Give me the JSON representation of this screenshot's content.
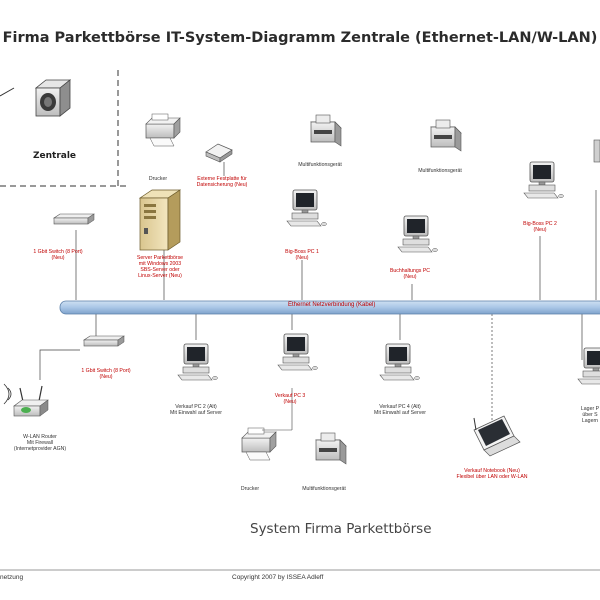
{
  "diagram": {
    "title": "Firma Parkettbörse IT-System-Diagramm Zentrale (Ethernet-LAN/W-LAN)",
    "zentrale_label": "Zentrale",
    "bus_label": "Ethernet Netzverbindung (Kabel)",
    "bottom_title": "System Firma Parkettbörse",
    "footer_left": "netzung",
    "footer_center": "Copyright 2007 by ISSEA Adleff",
    "labels": {
      "drucker_top": "Drucker",
      "ext_hdd": [
        "Externe Festplatte für",
        "Datensicherung (Neu)"
      ],
      "mf1": "Multifunktionsgerät",
      "mf2": "Multifunktionsgerät",
      "switch1": [
        "1 Gbit Switch (8 Port)",
        "(Neu)"
      ],
      "server": [
        "Server Parkettbörse",
        "mit Windows 2003",
        "SBS-Server oder",
        "Linux-Server (Neu)"
      ],
      "bigboss1": [
        "Big-Boss PC 1",
        "(Neu)"
      ],
      "buchhaltung": [
        "Buchhaltungs PC",
        "(Neu)"
      ],
      "bigboss2": [
        "Big-Boss PC 2",
        "(Neu)"
      ],
      "switch2": [
        "1 Gbit Switch (8 Port)",
        "(Neu)"
      ],
      "verkauf2": [
        "Verkauf PC 2 (Alt)",
        "Mit Einwahl auf Server"
      ],
      "verkauf3": [
        "Verkauf PC 3",
        "(Neu)"
      ],
      "verkauf4": [
        "Verkauf PC 4 (Alt)",
        "Mit Einwahl auf Server"
      ],
      "wlan": [
        "W-LAN Router",
        "Mit Firewall",
        "(Internetprovider AGN)"
      ],
      "notebook": [
        "Verkauf Notebook (Neu)",
        "Flexibel über LAN oder W-LAN"
      ],
      "lager": [
        "Lager P",
        "über S",
        "Lagern"
      ],
      "drucker_bottom": "Drucker",
      "mf3": "Multifunktionsgerät"
    }
  }
}
